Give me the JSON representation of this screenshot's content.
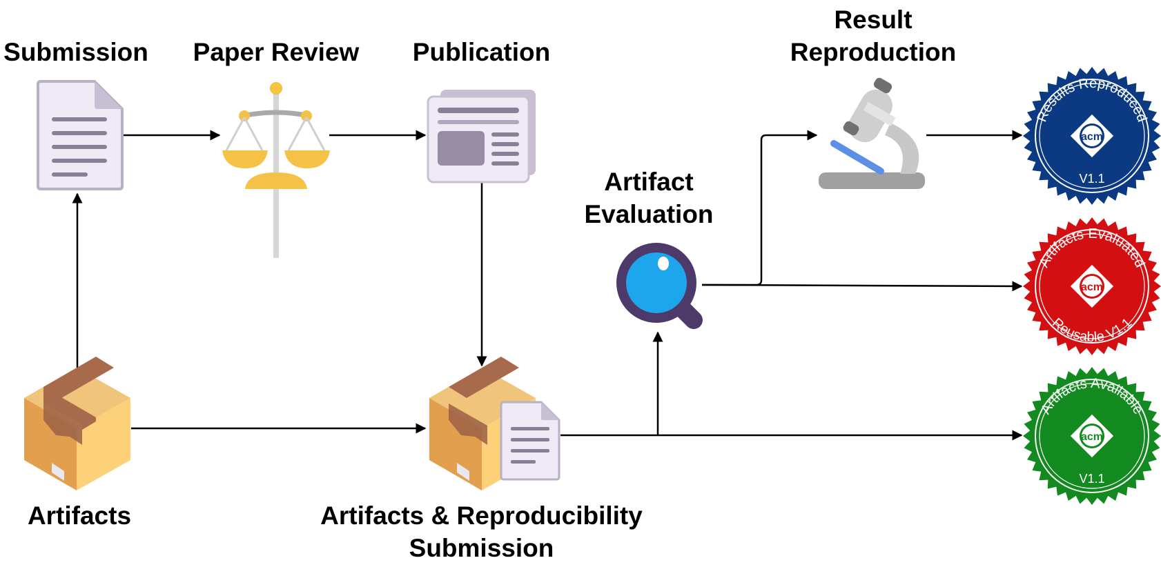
{
  "labels": {
    "submission": "Submission",
    "paper_review": "Paper Review",
    "publication": "Publication",
    "result_reproduction_line1": "Result",
    "result_reproduction_line2": "Reproduction",
    "artifact_evaluation_line1": "Artifact",
    "artifact_evaluation_line2": "Evaluation",
    "artifacts": "Artifacts",
    "ar_submission_line1": "Artifacts & Reproducibility",
    "ar_submission_line2": "Submission"
  },
  "badges": {
    "reproduced": {
      "arc_text": "Results Reproduced",
      "logo": "acm",
      "version": "V1.1",
      "color": "#0b3a82"
    },
    "reusable": {
      "arc_text": "Artifacts Evaluated",
      "bottom_text": "Reusable V1.1",
      "logo": "acm",
      "color": "#d40f12"
    },
    "available": {
      "arc_text": "Artifacts Available",
      "logo": "acm",
      "version": "V1.1",
      "color": "#138a1f"
    }
  },
  "icons": {
    "submission": "document-icon",
    "paper_review": "scales-icon",
    "publication": "newspaper-icon",
    "result_reproduction": "microscope-icon",
    "artifact_evaluation": "magnifier-icon",
    "artifacts": "box-icon",
    "ar_submission": "box-document-icon"
  }
}
